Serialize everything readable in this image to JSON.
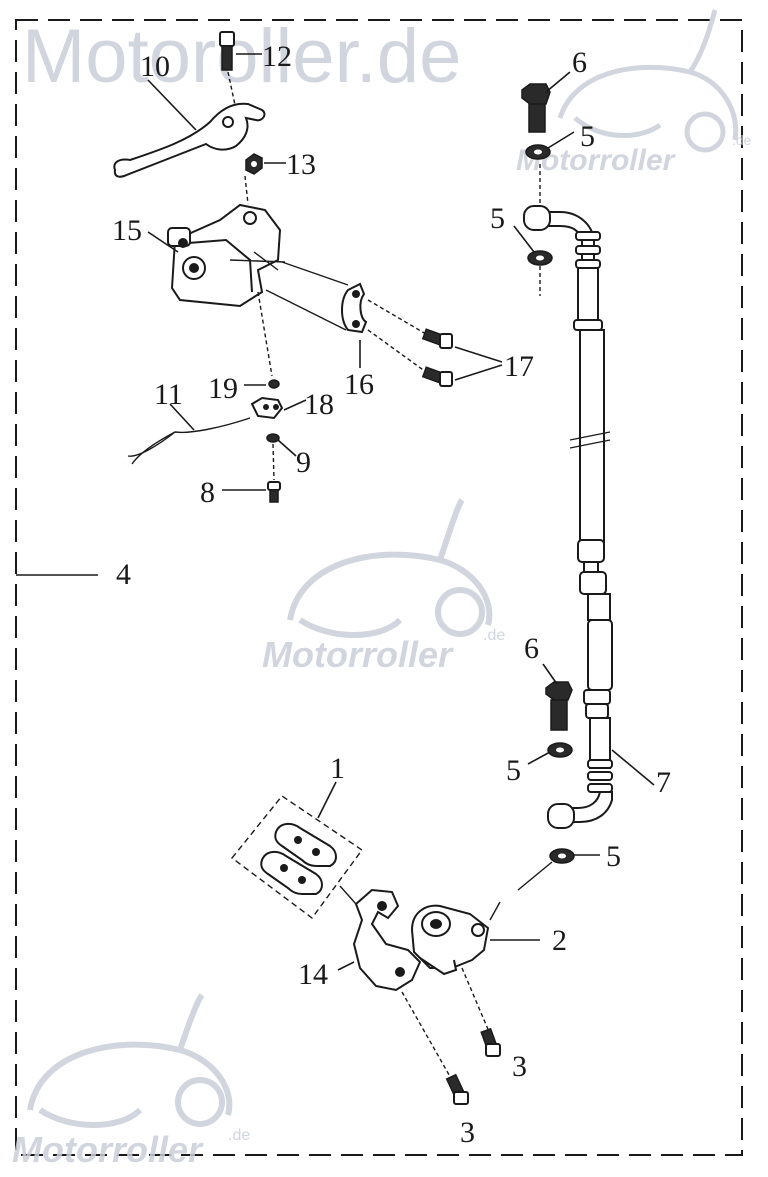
{
  "watermark": {
    "top_text": "Motoroller.de",
    "logo_text": "Motorroller",
    "logo_suffix": ".de",
    "color": "#c9ced8"
  },
  "colors": {
    "ink": "#1a1a1a",
    "paper": "#ffffff"
  },
  "callouts": {
    "c1": "1",
    "c2": "2",
    "c3a": "3",
    "c3b": "3",
    "c4": "4",
    "c5a": "5",
    "c5b": "5",
    "c5c": "5",
    "c5d": "5",
    "c6a": "6",
    "c6b": "6",
    "c7": "7",
    "c8": "8",
    "c9": "9",
    "c10": "10",
    "c11": "11",
    "c12": "12",
    "c13": "13",
    "c14": "14",
    "c15": "15",
    "c16": "16",
    "c17": "17",
    "c18": "18",
    "c19": "19"
  }
}
